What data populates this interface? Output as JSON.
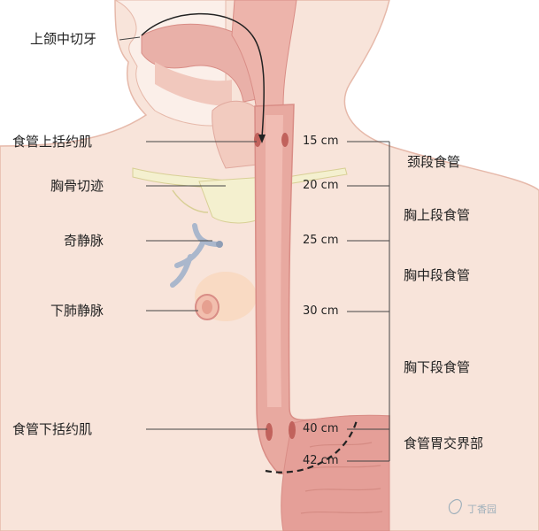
{
  "diagram": {
    "left_labels": {
      "upper_incisors": "上颌中切牙",
      "ues": "食管上括约肌",
      "sternal_notch": "胸骨切迹",
      "azygos": "奇静脉",
      "ipv": "下肺静脉",
      "les": "食管下括约肌"
    },
    "distances": {
      "d15": "15 cm",
      "d20": "20 cm",
      "d25": "25 cm",
      "d30": "30 cm",
      "d40": "40 cm",
      "d42": "42 cm"
    },
    "segments": {
      "cervical": "颈段食管",
      "upper_thoracic": "胸上段食管",
      "mid_thoracic": "胸中段食管",
      "lower_thoracic": "胸下段食管",
      "gej": "食管胃交界部"
    },
    "watermark": "丁香园"
  },
  "colors": {
    "skin": "#f8e4da",
    "skin_outline": "#e6b9aa",
    "esophagus": "#e8a9a0",
    "esophagus_inner": "#d98d86",
    "stomach": "#e59f98",
    "bone": "#f4f0cf",
    "vein": "#aab7cc",
    "line": "#444444"
  }
}
